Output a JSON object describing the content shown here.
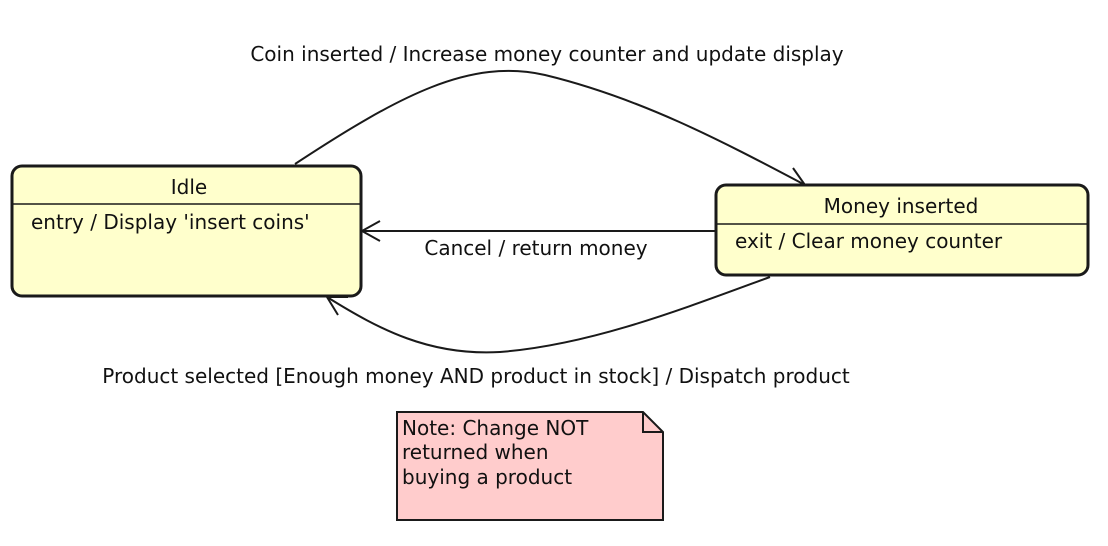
{
  "states": [
    {
      "title": "Idle",
      "action": "entry / Display 'insert coins'",
      "fill": "#ffffcc",
      "stroke": "#1a1a1a"
    },
    {
      "title": "Money inserted",
      "action": "exit / Clear money counter",
      "fill": "#ffffcc",
      "stroke": "#1a1a1a"
    }
  ],
  "transitions": [
    {
      "from": "Idle",
      "to": "Money inserted",
      "label": "Coin inserted / Increase money counter and update display"
    },
    {
      "from": "Money inserted",
      "to": "Idle",
      "label": "Cancel / return money"
    },
    {
      "from": "Money inserted",
      "to": "Idle",
      "label": "Product selected [Enough money AND product in stock] / Dispatch product"
    }
  ],
  "note": {
    "lines": [
      "Note: Change NOT",
      "returned when",
      "buying a product"
    ],
    "fill": "#ffcccc",
    "stroke": "#1a1a1a"
  }
}
